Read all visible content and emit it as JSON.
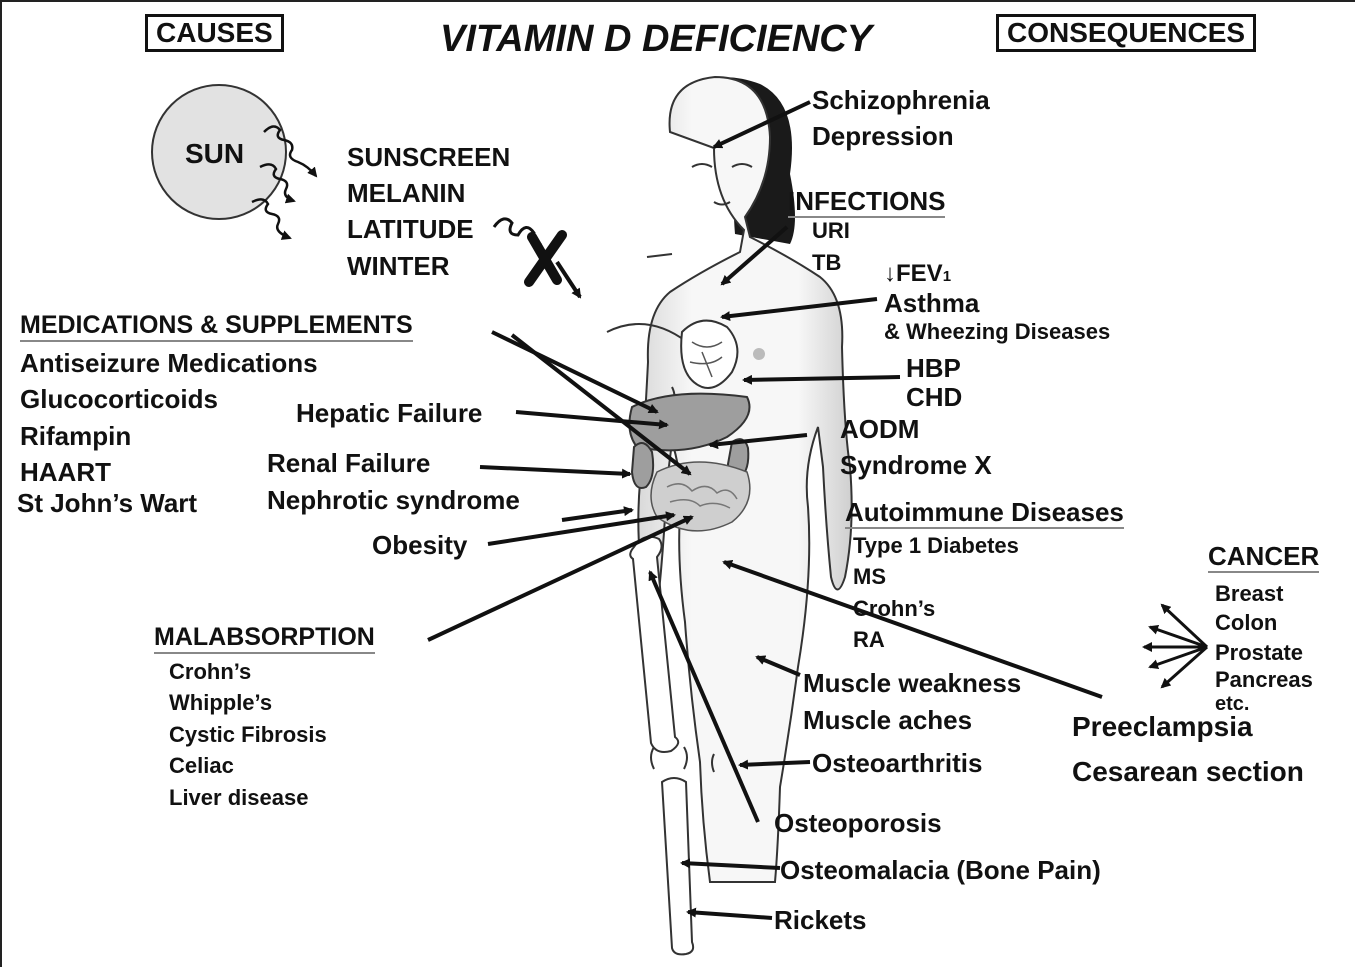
{
  "title": "VITAMIN D DEFICIENCY",
  "headers": {
    "causes": "CAUSES",
    "consequences": "CONSEQUENCES"
  },
  "sun": {
    "label": "SUN"
  },
  "sun_factors": [
    "SUNSCREEN",
    "MELANIN",
    "LATITUDE",
    "WINTER"
  ],
  "block_mark": "X",
  "medications": {
    "heading": "MEDICATIONS & SUPPLEMENTS",
    "items": [
      "Antiseizure Medications",
      "Glucocorticoids",
      "Rifampin",
      "HAART",
      "St John’s Wart"
    ]
  },
  "organ_causes": {
    "hepatic": "Hepatic Failure",
    "renal": "Renal  Failure",
    "nephrotic": "Nephrotic syndrome",
    "obesity": "Obesity"
  },
  "malabsorption": {
    "heading": "MALABSORPTION",
    "items": [
      "Crohn’s",
      "Whipple’s",
      "Cystic Fibrosis",
      "Celiac",
      "Liver disease"
    ]
  },
  "consequences": {
    "mental": [
      "Schizophrenia",
      "Depression"
    ],
    "infections": {
      "heading": "INFECTIONS",
      "items": [
        "URI",
        "TB"
      ]
    },
    "lung": {
      "fev_arrow": "↓",
      "fev": "FEV",
      "fev_sub": "1",
      "asthma": "Asthma",
      "wheezing": "& Wheezing Diseases"
    },
    "heart": [
      "HBP",
      "CHD"
    ],
    "metabolic": [
      "AODM",
      "Syndrome X"
    ],
    "autoimmune": {
      "heading": "Autoimmune Diseases",
      "items": [
        "Type 1 Diabetes",
        "MS",
        "Crohn’s",
        "RA"
      ]
    },
    "cancer": {
      "heading": "CANCER",
      "items": [
        "Breast",
        "Colon",
        "Prostate",
        "Pancreas",
        "etc."
      ]
    },
    "muscle": [
      "Muscle weakness",
      "Muscle aches"
    ],
    "pregnancy": [
      "Preeclampsia",
      "Cesarean section"
    ],
    "bone": [
      "Osteoarthritis",
      "Osteoporosis",
      "Osteomalacia (Bone Pain)",
      "Rickets"
    ]
  },
  "colors": {
    "sun_fill": "#e2e2e2",
    "organ_fill": "#9e9e9e",
    "body_fill": "#f4f4f4",
    "hair": "#1a1a1a"
  }
}
